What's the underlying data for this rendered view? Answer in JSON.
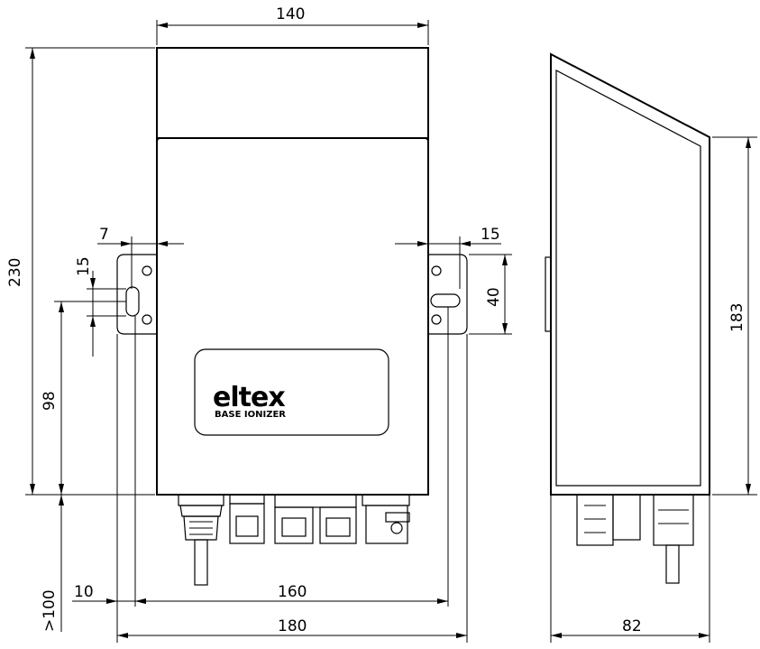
{
  "brand": {
    "logo": "eltex",
    "product": "BASE IONIZER"
  },
  "dimensions": {
    "width_top": "140",
    "height_total": "230",
    "flange_offset_left": "7",
    "flange_offset_right": "15",
    "slot_height": "15",
    "flange_height": "40",
    "mount_height": "98",
    "side_height": "183",
    "cable_clearance": ">100",
    "edge_offset": "10",
    "hole_spacing": "160",
    "overall_width": "180",
    "depth": "82"
  }
}
